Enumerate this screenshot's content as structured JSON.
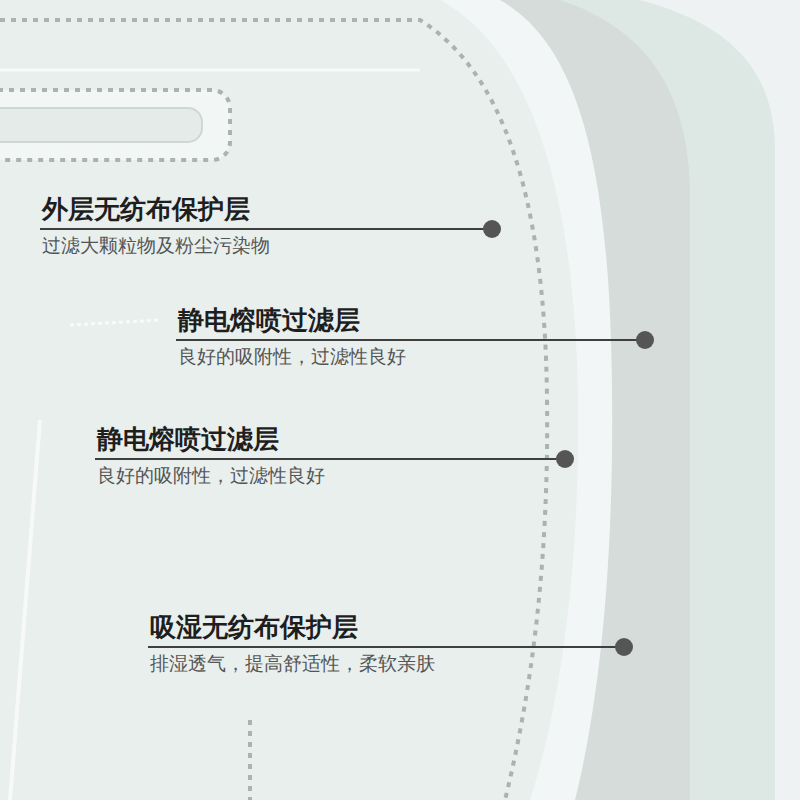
{
  "diagram": {
    "labels": [
      "外层无纺布保护层",
      "过滤大颗粒物及粉尘污染物",
      "静电熔喷过滤层",
      "良好的吸附性，过滤性良好",
      "静电熔喷过滤层",
      "良好的吸附性，过滤性良好",
      "吸湿无纺布保护层",
      "排湿透气，提高舒适性，柔软亲肤"
    ]
  }
}
